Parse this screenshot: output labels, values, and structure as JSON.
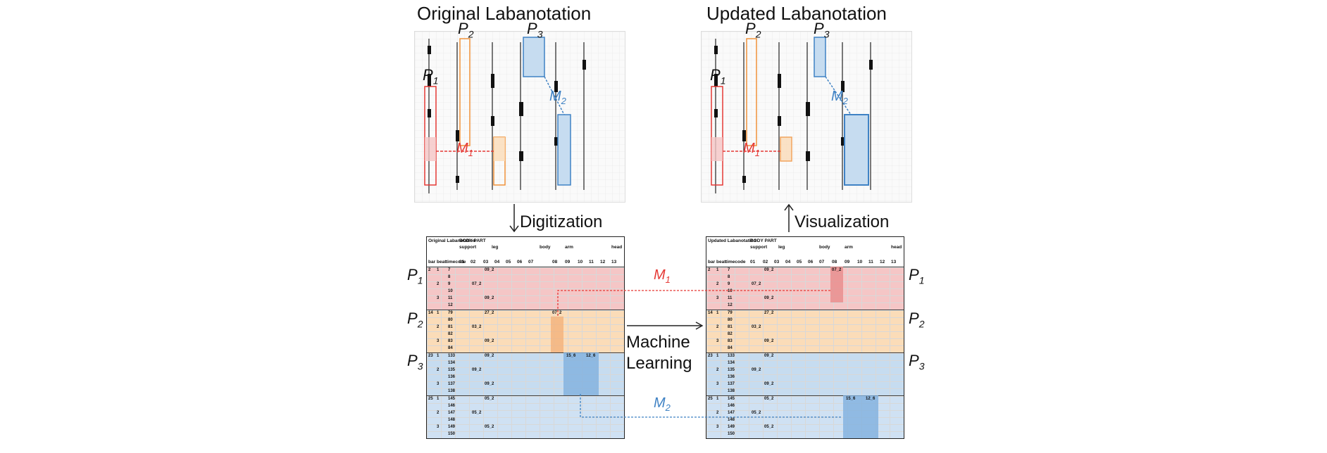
{
  "titles": {
    "original": "Original Labanotation",
    "updated": "Updated Labanotation"
  },
  "arrows": {
    "digitization": "Digitization",
    "visualization": "Visualization",
    "ml_line1": "Machine",
    "ml_line2": "Learning"
  },
  "labels": {
    "P": "P",
    "M": "M",
    "s1": "1",
    "s2": "2",
    "s3": "3"
  },
  "colors": {
    "p1": "#f5c6c6",
    "p2": "#fbdcb8",
    "p3": "#c6dcf0",
    "red": "#e53935",
    "orange": "#f0913a",
    "blue": "#3f82c4"
  },
  "table_left": {
    "title": "Original Labanotation",
    "body_part": "BODY PART",
    "groups": [
      "support",
      "leg",
      "body",
      "arm",
      "head"
    ],
    "cols": [
      "01",
      "02",
      "03",
      "04",
      "05",
      "06",
      "07",
      "08",
      "09",
      "10",
      "11",
      "12",
      "13"
    ],
    "lead": [
      "bar",
      "beat",
      "timecode"
    ],
    "rows1": [
      [
        "2",
        "1",
        "7"
      ],
      [
        "",
        "",
        "8"
      ],
      [
        "",
        "2",
        "9"
      ],
      [
        "",
        "",
        "10"
      ],
      [
        "",
        "3",
        "11"
      ],
      [
        "",
        "",
        "12"
      ]
    ],
    "rows2": [
      [
        "14",
        "1",
        "79"
      ],
      [
        "",
        "",
        "80"
      ],
      [
        "",
        "2",
        "81"
      ],
      [
        "",
        "",
        "82"
      ],
      [
        "",
        "3",
        "83"
      ],
      [
        "",
        "",
        "84"
      ]
    ],
    "rows3": [
      [
        "23",
        "1",
        "133"
      ],
      [
        "",
        "",
        "134"
      ],
      [
        "",
        "2",
        "135"
      ],
      [
        "",
        "",
        "136"
      ],
      [
        "",
        "3",
        "137"
      ],
      [
        "",
        "",
        "138"
      ]
    ],
    "rows4": [
      [
        "25",
        "1",
        "145"
      ],
      [
        "",
        "",
        "146"
      ],
      [
        "",
        "2",
        "147"
      ],
      [
        "",
        "",
        "148"
      ],
      [
        "",
        "3",
        "149"
      ],
      [
        "",
        "",
        "150"
      ]
    ],
    "v": {
      "a": "09_2",
      "b": "07_2",
      "c": "09_2",
      "d": "27_2",
      "e": "07_2",
      "f": "03_2",
      "g": "09_2",
      "h": "09_2",
      "i": "09_2",
      "j": "09_2",
      "k": "15_6",
      "l": "12_6",
      "m": "05_2",
      "n": "05_2",
      "o": "05_2"
    }
  },
  "table_right": {
    "title": "Updated Labanotation",
    "v": {
      "a": "09_2",
      "p": "07_2",
      "b": "07_2",
      "c": "09_2",
      "d": "27_2",
      "f": "03_2",
      "g": "09_2",
      "h": "09_2",
      "i": "09_2",
      "j": "09_2",
      "k": "15_6",
      "l": "12_6",
      "m": "05_2",
      "n": "05_2",
      "o": "05_2"
    }
  }
}
